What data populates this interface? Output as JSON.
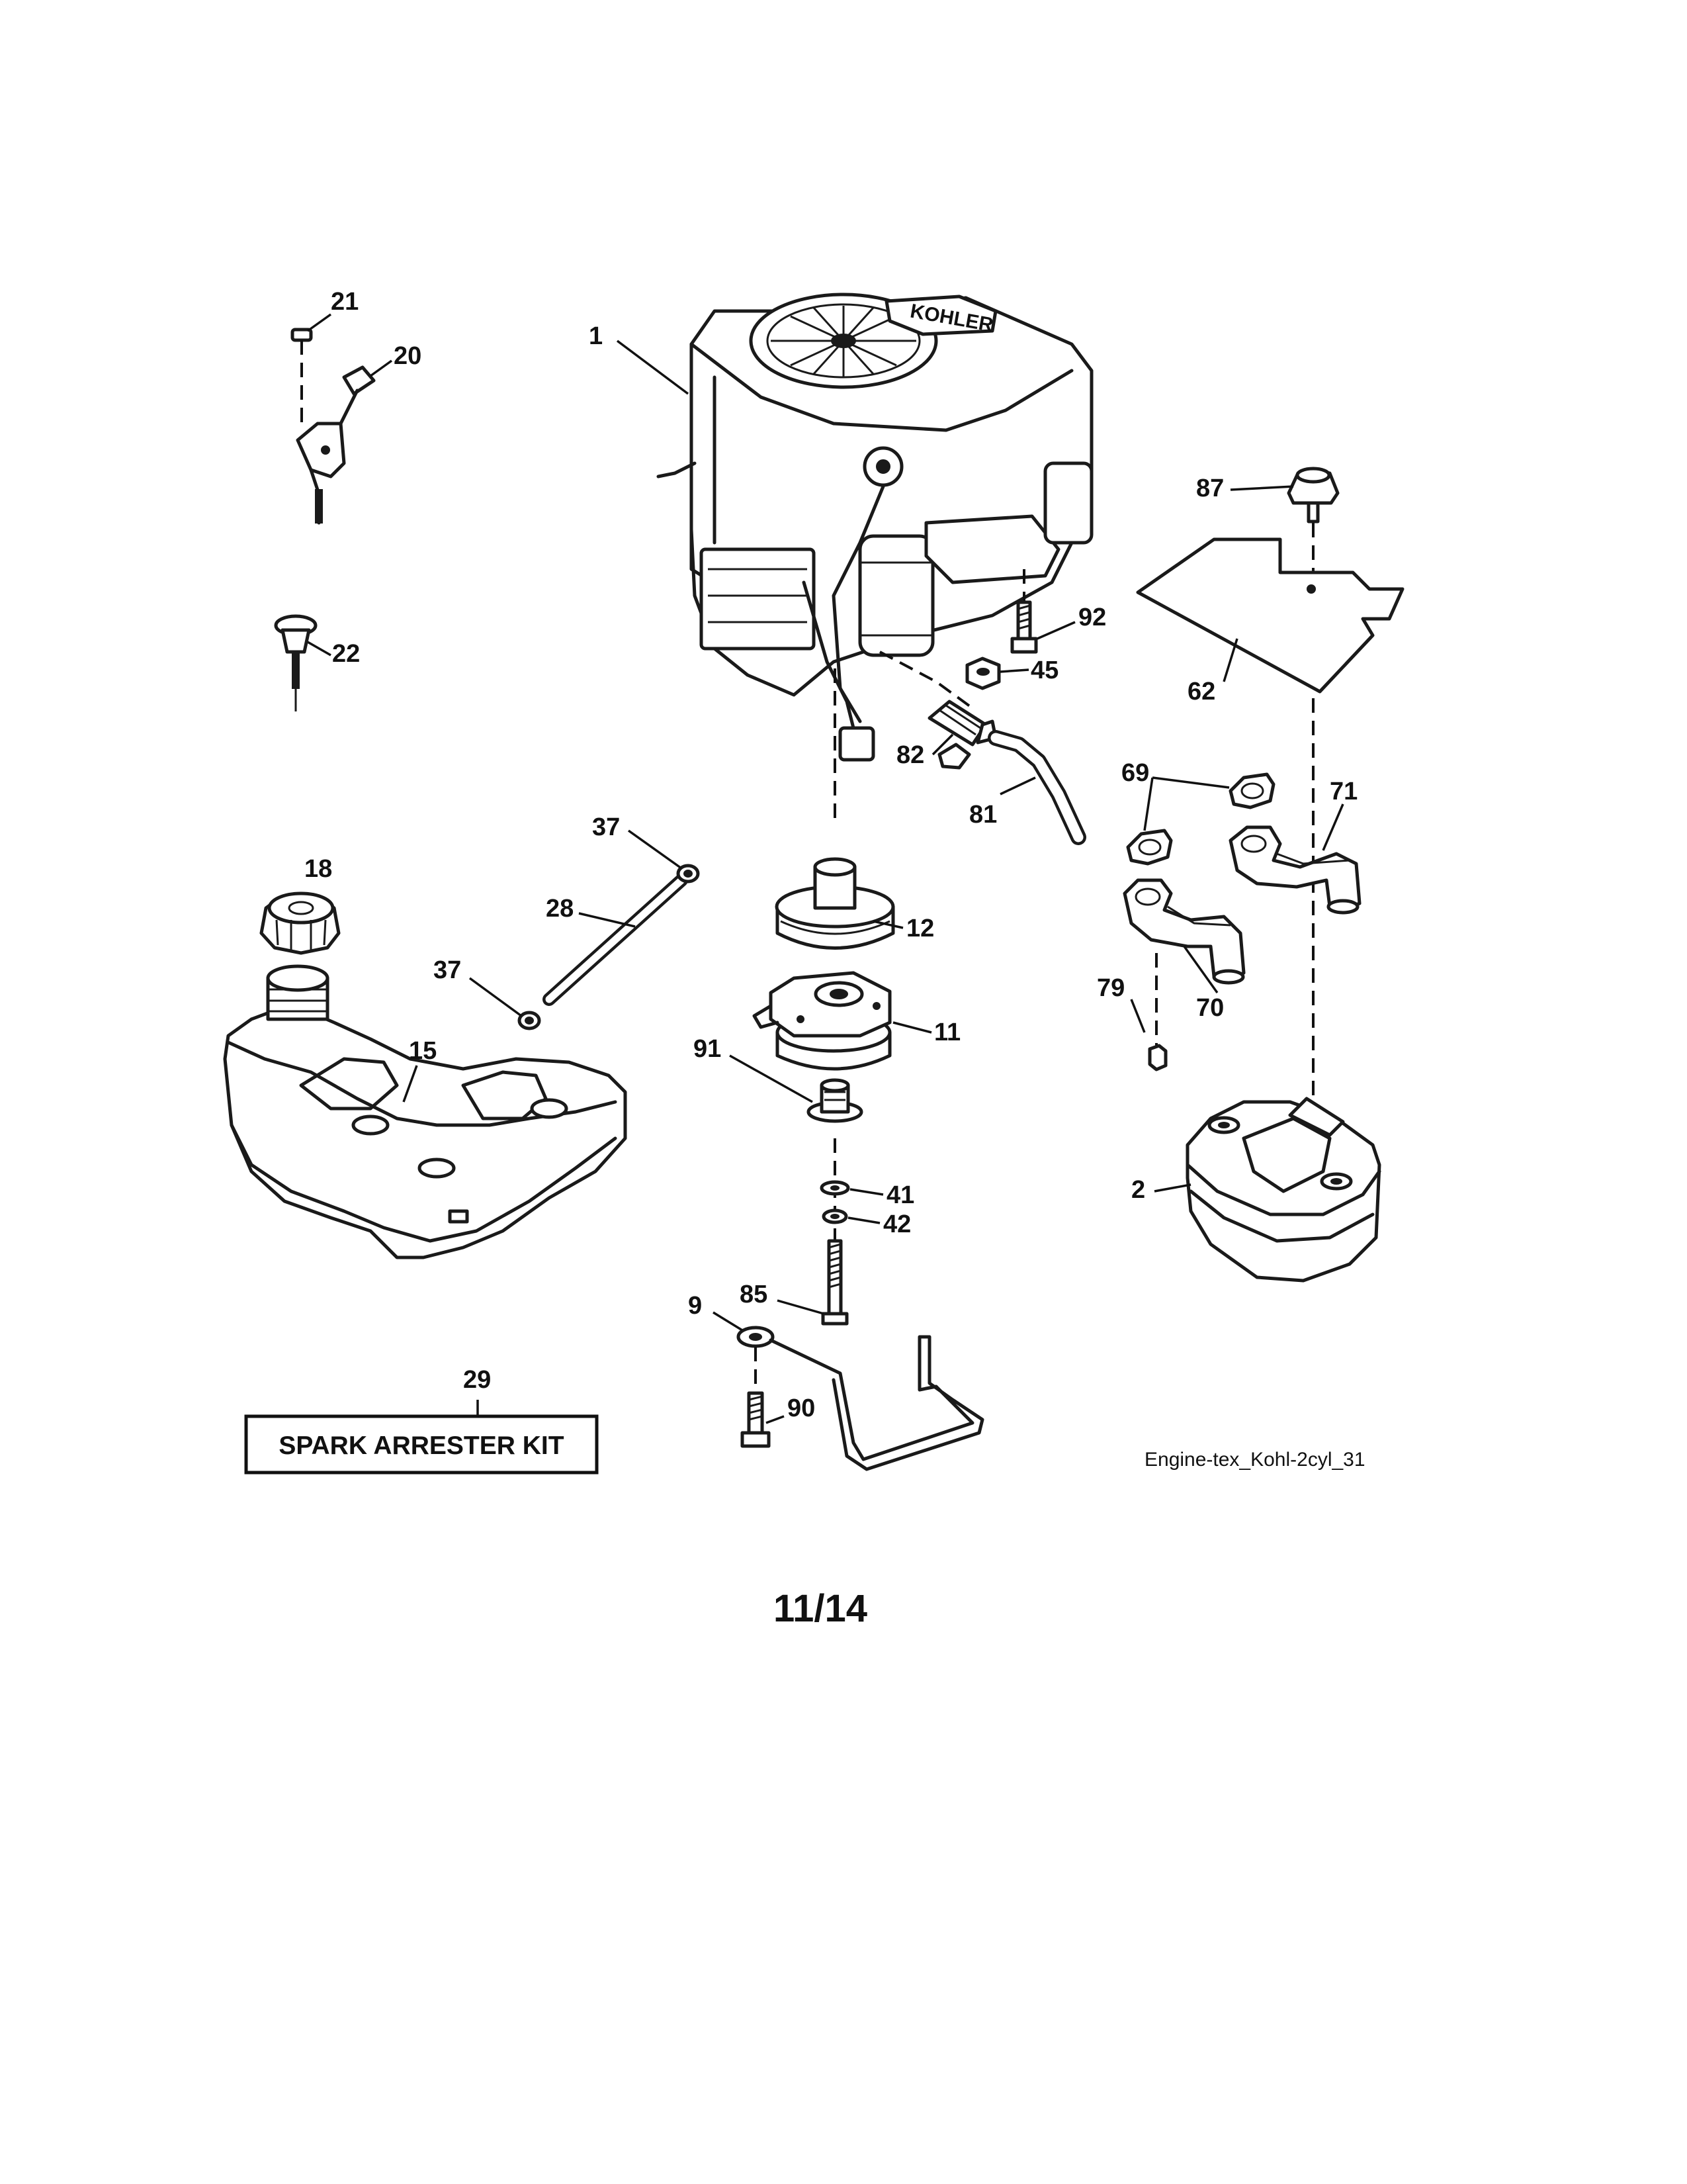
{
  "callouts": {
    "c1": "1",
    "c2": "2",
    "c9": "9",
    "c11": "11",
    "c12": "12",
    "c15": "15",
    "c18": "18",
    "c20": "20",
    "c21": "21",
    "c22": "22",
    "c28": "28",
    "c29": "29",
    "c37a": "37",
    "c37b": "37",
    "c41": "41",
    "c42": "42",
    "c45": "45",
    "c62": "62",
    "c69": "69",
    "c70": "70",
    "c71": "71",
    "c79": "79",
    "c81": "81",
    "c82": "82",
    "c85": "85",
    "c87": "87",
    "c90": "90",
    "c91": "91",
    "c92": "92"
  },
  "kit_box_label": "SPARK ARRESTER KIT",
  "engine_brand": "KOHLER",
  "drawing_reference": "Engine-tex_Kohl-2cyl_31",
  "page_number": "11/14"
}
